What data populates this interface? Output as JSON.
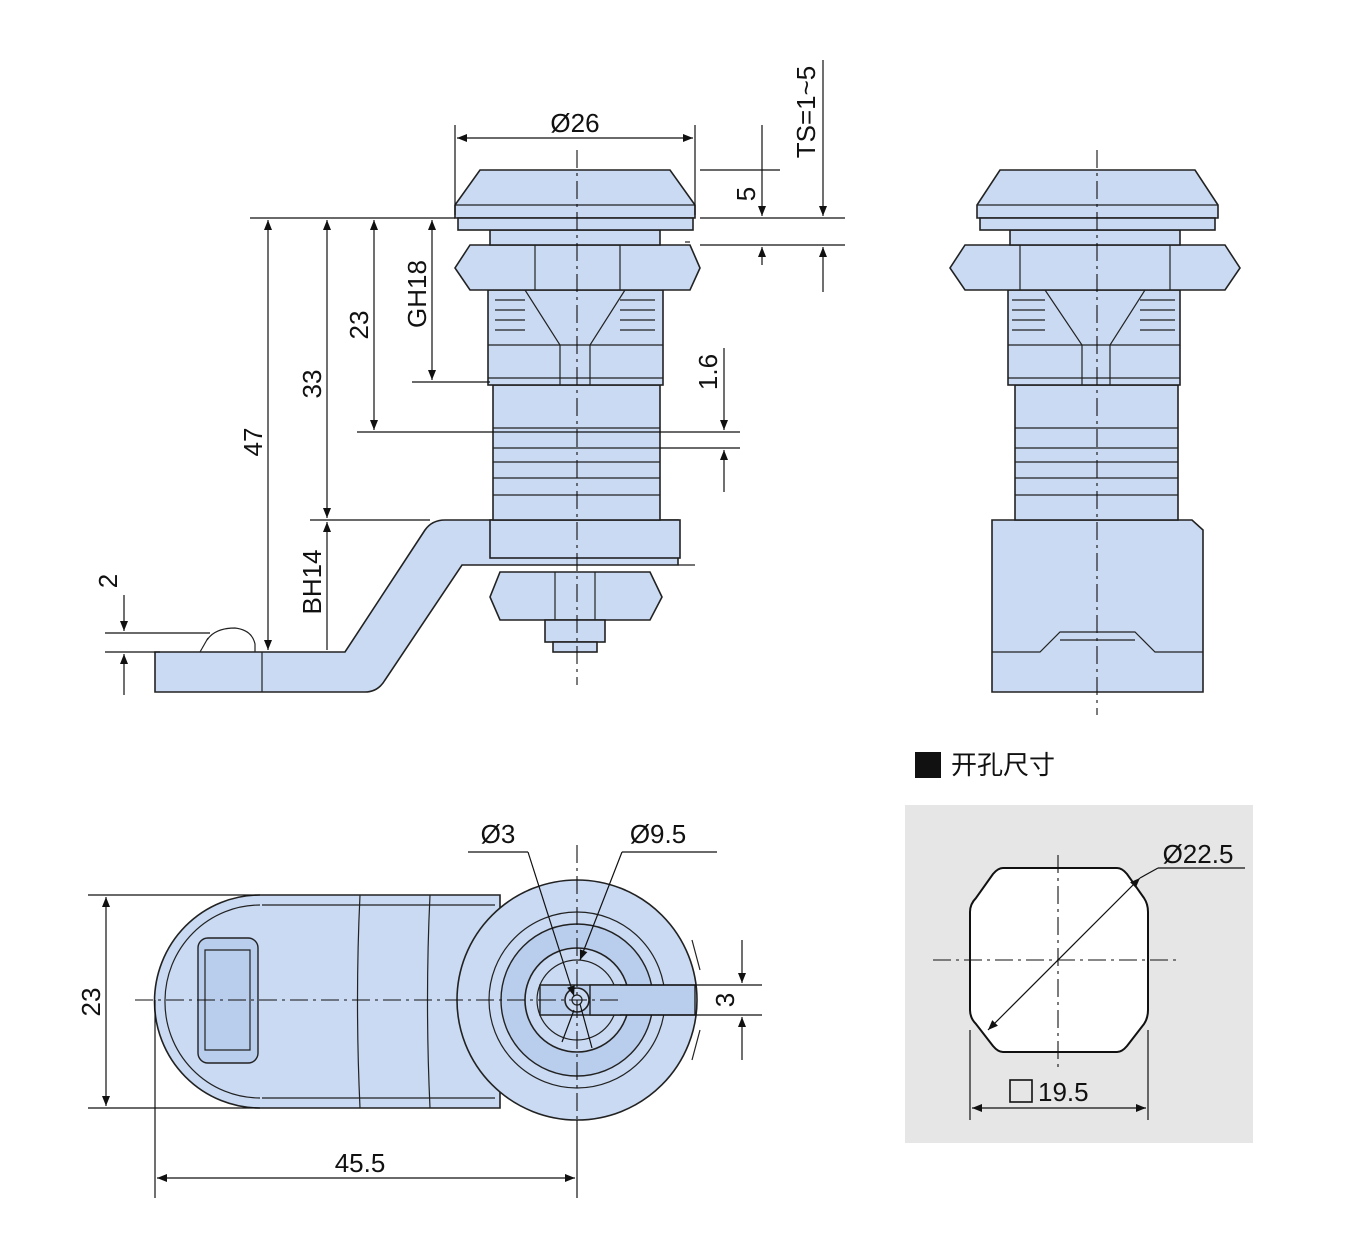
{
  "dimensions": {
    "top_diameter": "Ø26",
    "ts": "TS=1~5",
    "flange_height": "5",
    "total_height": "47",
    "height_33": "33",
    "height_23": "23",
    "gh": "GH18",
    "gap": "1.6",
    "bh": "BH14",
    "cam_thickness": "2",
    "pin_diameter": "Ø3",
    "core_diameter": "Ø9.5",
    "slot_width": "3",
    "cam_width": "23",
    "cam_length": "45.5"
  },
  "cutout": {
    "title": "开孔尺寸",
    "diameter": "Ø22.5",
    "square": "19.5"
  },
  "colors": {
    "part_fill": "#c9daf2",
    "panel_bg": "#e6e6e6"
  }
}
